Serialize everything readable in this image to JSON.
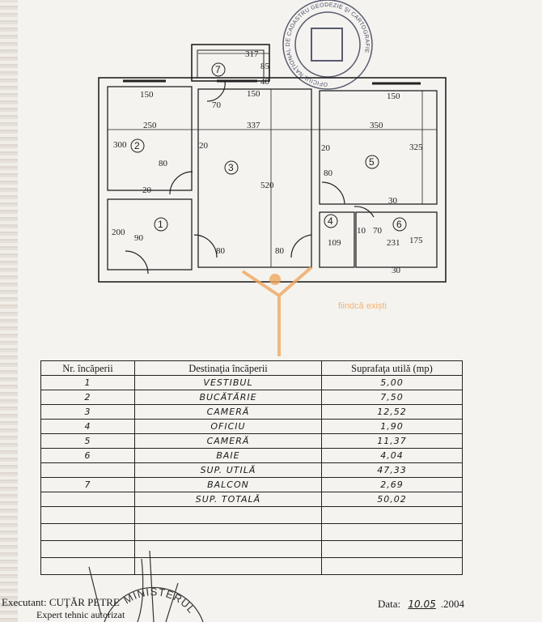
{
  "plan": {
    "rooms": [
      "1",
      "2",
      "3",
      "4",
      "5",
      "6",
      "7"
    ],
    "dims": {
      "balcony_w": "317",
      "balcony_h": "85",
      "balcony_door": "70",
      "balcony_small": "40",
      "r2_window": "150",
      "r2_w": "250",
      "r2_h": "300",
      "r2_door": "80",
      "r2_wall": "20",
      "r3_window": "150",
      "r3_w": "337",
      "r3_h": "520",
      "r3_wall": "20",
      "r3_door": "80",
      "r5_window": "150",
      "r5_w": "350",
      "r5_h": "325",
      "r5_wall": "20",
      "r1_h": "200",
      "r1_door": "90",
      "r1_door2": "80",
      "r4_door": "80",
      "r4_w": "109",
      "r4_small": "10",
      "r6_door": "70",
      "r6_w": "231",
      "r6_h": "175",
      "r6_wall": "30"
    }
  },
  "watermark": "fiindcă exiști",
  "table": {
    "headers": [
      "Nr. încăperii",
      "Destinaţia încăperii",
      "Suprafaţa utilă (mp)"
    ],
    "rows": [
      {
        "nr": "1",
        "dest": "VESTIBUL",
        "area": "5,00"
      },
      {
        "nr": "2",
        "dest": "BUCĂTĂRIE",
        "area": "7,50"
      },
      {
        "nr": "3",
        "dest": "CAMERĂ",
        "area": "12,52"
      },
      {
        "nr": "4",
        "dest": "OFICIU",
        "area": "1,90"
      },
      {
        "nr": "5",
        "dest": "CAMERĂ",
        "area": "11,37"
      },
      {
        "nr": "6",
        "dest": "BAIE",
        "area": "4,04"
      },
      {
        "nr": "",
        "dest": "SUP. UTILĂ",
        "area": "47,33"
      },
      {
        "nr": "7",
        "dest": "BALCON",
        "area": "2,69"
      },
      {
        "nr": "",
        "dest": "SUP. TOTALĂ",
        "area": "50,02"
      }
    ]
  },
  "footer": {
    "executant_label": "Executant:",
    "executant_name": "CUŢĂR PETRE",
    "executant_title": "Expert tehnic autorizat",
    "date_label": "Data:",
    "date_handwritten": "10.05",
    "date_year": ".2004",
    "stamp_text": "MINISTERUL",
    "top_stamp_text": "OFICIUL NAŢIONAL DE CADASTRU GEODEZIE ŞI CARTOGRAFIE"
  }
}
